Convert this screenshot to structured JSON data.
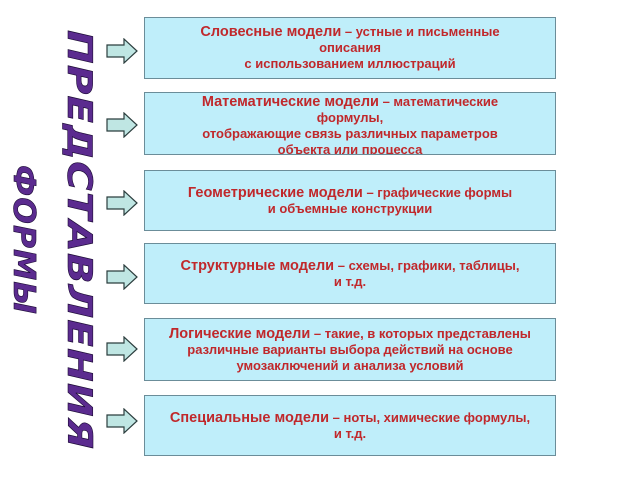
{
  "vertical_title": {
    "line1": "ПРЕДСТАВЛЕНИЯ",
    "line2": "ФОРМЫ"
  },
  "colors": {
    "box_fill": "#bfeefa",
    "text": "#c0282b",
    "title": "#5b2b8f",
    "arrow_fill": "#bfe6e3"
  },
  "models": [
    {
      "term": "Словесные модели",
      "lines": [
        "– устные и письменные",
        "описания",
        "с использованием иллюстраций"
      ]
    },
    {
      "term": "Математические модели",
      "lines": [
        "– математические",
        "формулы,",
        "отображающие связь различных параметров",
        "объекта или процесса"
      ]
    },
    {
      "term": "Геометрические модели",
      "lines": [
        "– графические формы",
        "и объемные конструкции"
      ]
    },
    {
      "term": "Структурные модели",
      "lines": [
        "– схемы, графики, таблицы,",
        "и т.д."
      ]
    },
    {
      "term": "Логические модели",
      "lines": [
        "– такие, в которых представлены",
        "различные варианты выбора действий на основе",
        "умозаключений и анализа условий"
      ]
    },
    {
      "term": "Специальные модели",
      "lines": [
        "– ноты, химические формулы,",
        "и т.д."
      ]
    }
  ]
}
